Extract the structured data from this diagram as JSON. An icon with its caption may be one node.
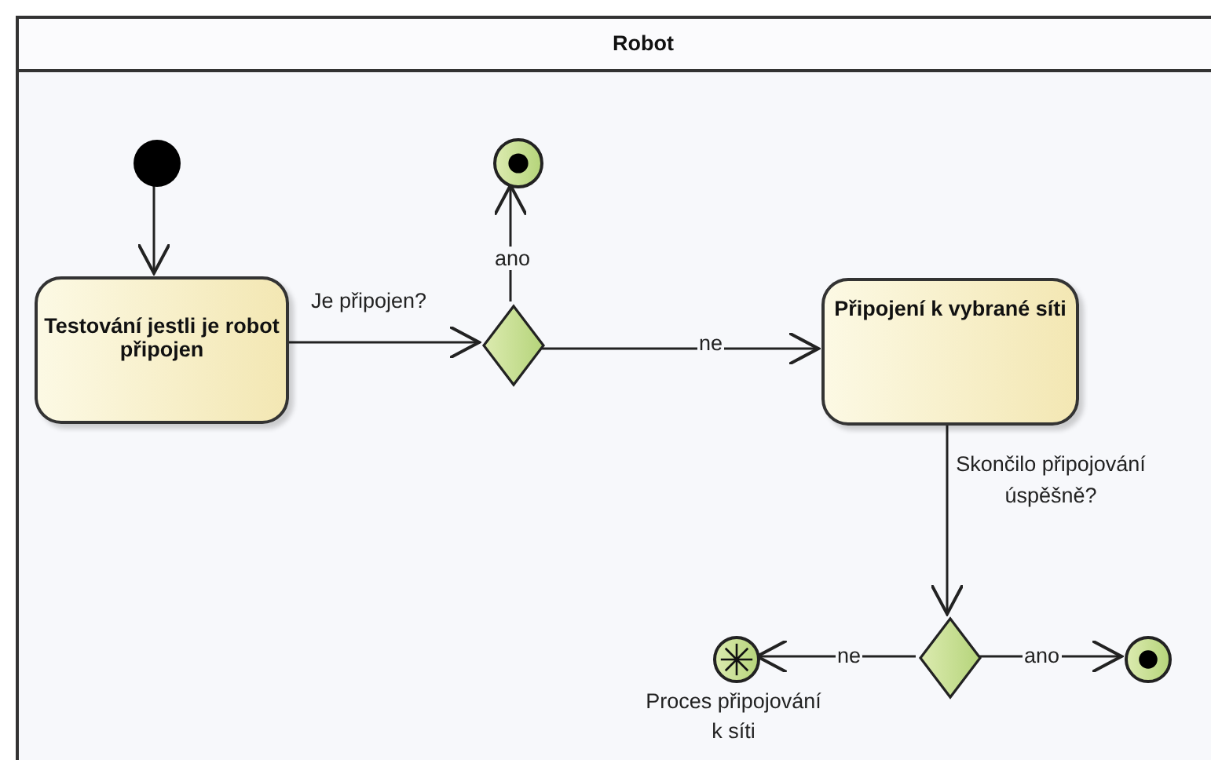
{
  "diagram": {
    "nodes": [
      {
        "text": [
          "Robot"
        ]
      },
      {
        "text": [],
        "shape": "circle",
        "in": 0
      },
      {
        "text": [],
        "shape": "circle",
        "in": 0
      },
      {
        "text": [
          "Testování jestli je robot připojen"
        ],
        "in": 0
      },
      {
        "text": [],
        "shape": "diamond",
        "in": 0
      },
      {
        "text": [
          "Připojení k vybrané síti"
        ],
        "in": 0
      },
      {
        "text": [],
        "shape": "diamond",
        "in": 0
      },
      {
        "text": [],
        "shape": "circle",
        "in": 0,
        "beside": [
          "Proces připojování k síti"
        ]
      },
      {
        "text": [],
        "shape": "circle",
        "in": 0
      }
    ],
    "edges": [
      {
        "from": 1,
        "to": 3,
        "arrow": "to"
      },
      {
        "from": 3,
        "to": 4,
        "arrow": "to",
        "label": "Je připojen?"
      },
      {
        "from": 4,
        "to": 2,
        "arrow": "to",
        "label": "ano"
      },
      {
        "from": 4,
        "to": 5,
        "arrow": "to",
        "label": "ne"
      },
      {
        "from": 5,
        "to": 6,
        "arrow": "to",
        "label": "Skončilo připojování úspěšně?"
      },
      {
        "from": 6,
        "to": 7,
        "arrow": "to",
        "label": "ne"
      },
      {
        "from": 6,
        "to": 8,
        "arrow": "to",
        "label": "ano"
      }
    ]
  }
}
